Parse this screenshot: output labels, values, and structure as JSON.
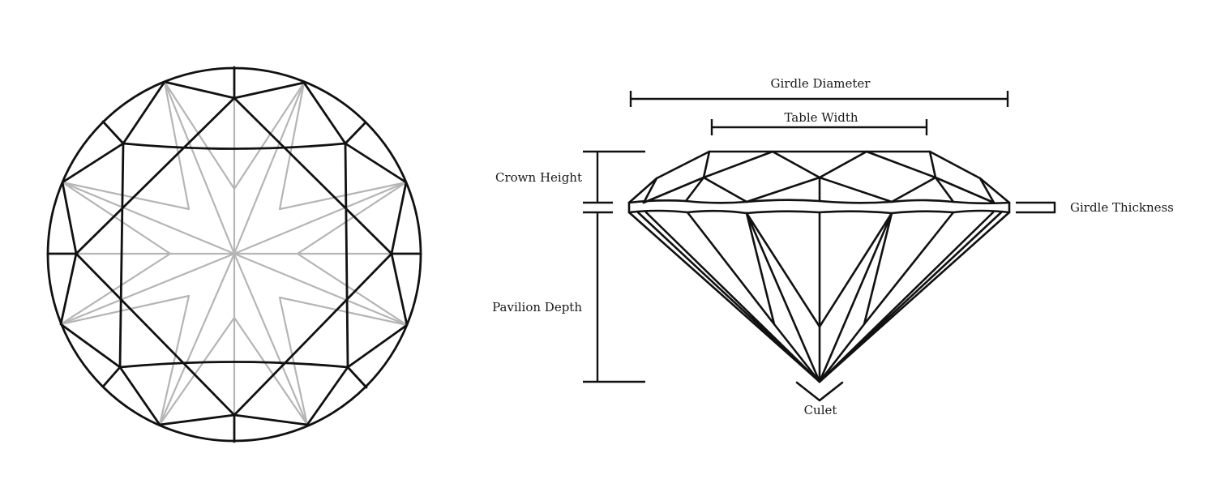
{
  "labels": {
    "girdle_diameter": "Girdle Diameter",
    "table_width": "Table Width",
    "crown_height": "Crown Height",
    "pavilion_depth": "Pavilion Depth",
    "girdle_thickness": "Girdle Thickness",
    "culet": "Culet"
  },
  "colors": {
    "line": "#111111",
    "facet_gray": "#b5b5b5"
  }
}
